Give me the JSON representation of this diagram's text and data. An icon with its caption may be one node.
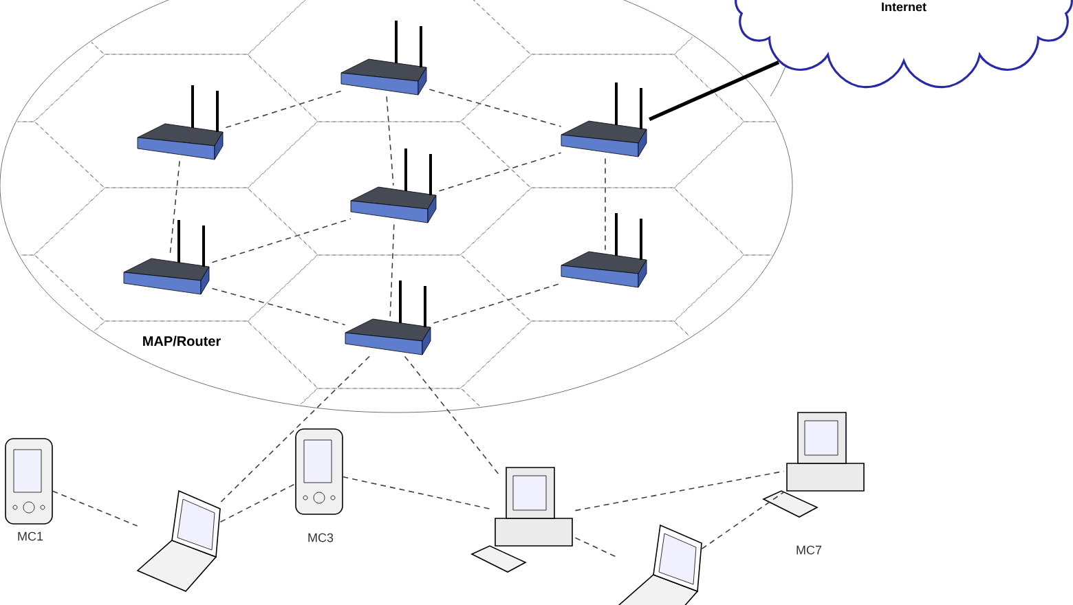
{
  "diagram": {
    "nodes": [
      {
        "text": [],
        "shape": "picture"
      },
      {
        "text": [],
        "shape": "picture"
      },
      {
        "text": [],
        "shape": "picture"
      },
      {
        "text": [],
        "shape": "picture"
      },
      {
        "text": [],
        "shape": "picture"
      },
      {
        "text": [],
        "shape": "picture"
      },
      {
        "text": [],
        "shape": "picture"
      },
      {
        "text": [
          "Internet"
        ]
      },
      {
        "text": [],
        "shape": "picture",
        "beside": [
          "MC1"
        ]
      },
      {
        "text": [],
        "shape": "picture"
      },
      {
        "text": [],
        "shape": "picture",
        "beside": [
          "MC3"
        ]
      },
      {
        "text": [],
        "shape": "picture"
      },
      {
        "text": [],
        "shape": "picture"
      },
      {
        "text": [],
        "shape": "picture",
        "beside": [
          "MC7"
        ]
      }
    ],
    "edges": [
      {
        "from": 1,
        "to": 0,
        "arrow": "none",
        "style": "dashed"
      },
      {
        "from": 0,
        "to": 2,
        "arrow": "none",
        "style": "dashed"
      },
      {
        "from": 0,
        "to": 3,
        "arrow": "none",
        "style": "dashed"
      },
      {
        "from": 3,
        "to": 6,
        "arrow": "none",
        "style": "dashed"
      },
      {
        "from": 1,
        "to": 4,
        "arrow": "none",
        "style": "dashed"
      },
      {
        "from": 4,
        "to": 3,
        "arrow": "none",
        "style": "dashed"
      },
      {
        "from": 3,
        "to": 2,
        "arrow": "none",
        "style": "dashed"
      },
      {
        "from": 4,
        "to": 6,
        "arrow": "none",
        "style": "dashed"
      },
      {
        "from": 6,
        "to": 5,
        "arrow": "none",
        "style": "dashed"
      },
      {
        "from": 2,
        "to": 5,
        "arrow": "none",
        "style": "dashed"
      },
      {
        "from": 2,
        "to": 7,
        "arrow": "none",
        "style": "thick"
      },
      {
        "from": 6,
        "to": 9,
        "arrow": "none",
        "style": "dashed"
      },
      {
        "from": 6,
        "to": 11,
        "arrow": "none",
        "style": "dashed"
      },
      {
        "from": 8,
        "to": 9,
        "arrow": "none",
        "style": "dashed"
      },
      {
        "from": 9,
        "to": 10,
        "arrow": "none",
        "style": "dashed"
      },
      {
        "from": 10,
        "to": 11,
        "arrow": "none",
        "style": "dashed"
      },
      {
        "from": 11,
        "to": 13,
        "arrow": "none",
        "style": "dashed"
      },
      {
        "from": 11,
        "to": 12,
        "arrow": "none",
        "style": "dashed"
      },
      {
        "from": 12,
        "to": 13,
        "arrow": "none",
        "style": "dashed"
      }
    ],
    "labels": [
      "MAP/Router"
    ]
  }
}
